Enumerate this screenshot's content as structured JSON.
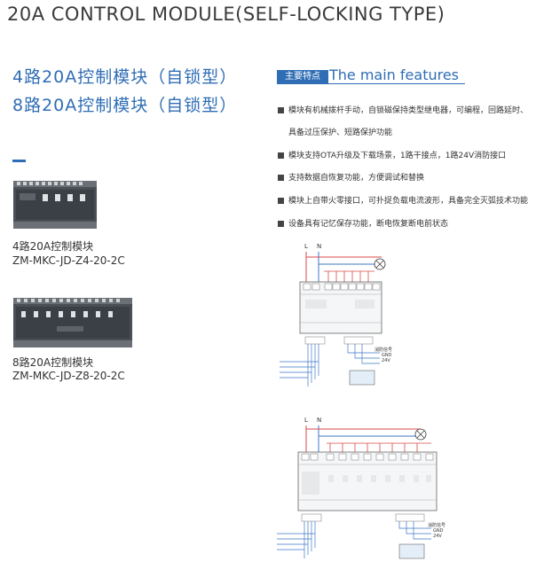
{
  "header": {
    "title": "20A CONTROL MODULE(SELF-LOCKING TYPE)"
  },
  "titles": {
    "line1": "4路20A控制模块（自锁型）",
    "line2": "8路20A控制模块（自锁型）"
  },
  "products": [
    {
      "name": "4路20A控制模块",
      "model": "ZM-MKC-JD-Z4-20-2C"
    },
    {
      "name": "8路20A控制模块",
      "model": "ZM-MKC-JD-Z8-20-2C"
    }
  ],
  "features": {
    "tag": "主要特点",
    "heading": "The main features",
    "items": [
      {
        "text": "模块有机械拨杆手动，自锁磁保持类型继电器，可编程，回路延时、",
        "cont": "具备过压保护、短路保护功能"
      },
      {
        "text": "模块支持OTA升级及下载场景，1路干接点，1路24V消防接口"
      },
      {
        "text": "支持数据自恢复功能，方便调试和替换"
      },
      {
        "text": "模块上自带火零接口，可扑捉负载电流波形，具备完全灭弧技术功能"
      },
      {
        "text": "设备具有记忆保存功能，断电恢复断电前状态"
      }
    ]
  },
  "diagrams": {
    "top": {
      "L": "L",
      "N": "N",
      "label1": "消防信号",
      "gnd": "GND",
      "v24": "24V"
    },
    "bottom": {
      "L": "L",
      "N": "N",
      "label1": "消防信号",
      "gnd": "GND",
      "v24": "24V"
    }
  },
  "colors": {
    "accent": "#2f6db5",
    "wire_red": "#d94a4a",
    "wire_blue": "#3d77c7"
  }
}
